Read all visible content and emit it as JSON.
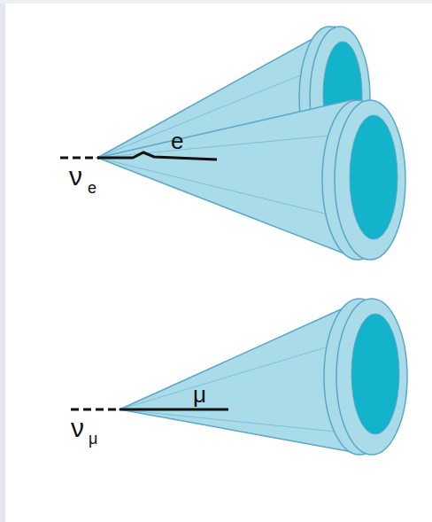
{
  "diagram": {
    "labels": [
      "ν",
      "e",
      "e",
      "ν",
      "μ",
      "μ"
    ]
  }
}
